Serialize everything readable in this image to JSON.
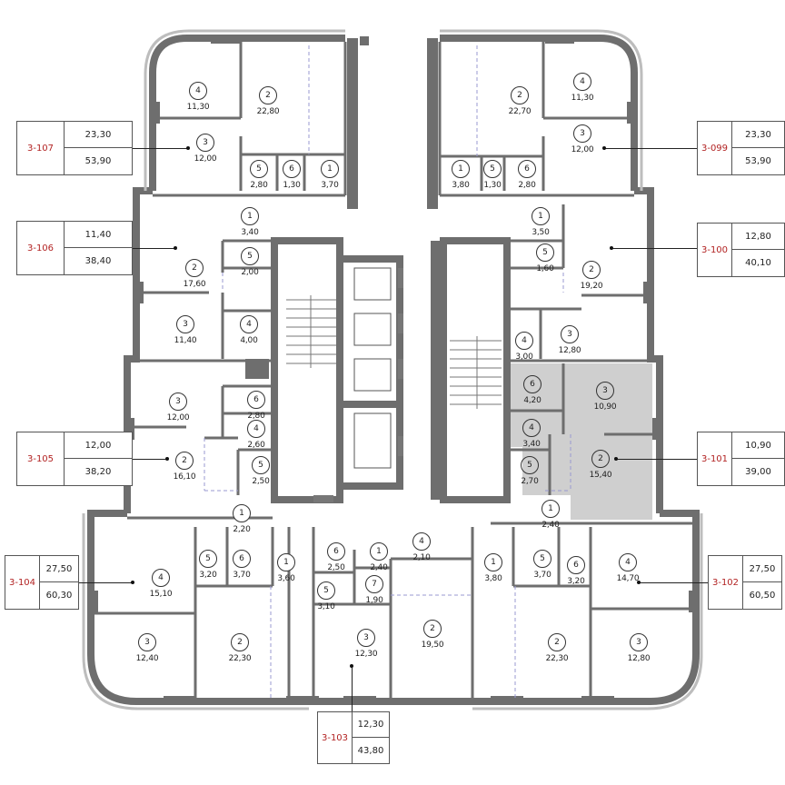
{
  "plan": {
    "colors": {
      "wall": "#6e6e6e",
      "highlight_apartment": "#cfcfcf",
      "apartment_number": "#b22222",
      "background": "#ffffff",
      "line": "#222222"
    },
    "highlighted_apartment": "3-101"
  },
  "apartments": [
    {
      "id": "3-107",
      "living_area": "23,30",
      "total_area": "53,90",
      "rooms": [
        {
          "n": "4",
          "area": "11,30"
        },
        {
          "n": "2",
          "area": "22,80"
        },
        {
          "n": "3",
          "area": "12,00"
        },
        {
          "n": "5",
          "area": "2,80"
        },
        {
          "n": "6",
          "area": "1,30"
        },
        {
          "n": "1",
          "area": "3,70"
        }
      ]
    },
    {
      "id": "3-099",
      "living_area": "23,30",
      "total_area": "53,90",
      "rooms": [
        {
          "n": "2",
          "area": "22,70"
        },
        {
          "n": "4",
          "area": "11,30"
        },
        {
          "n": "3",
          "area": "12,00"
        },
        {
          "n": "1",
          "area": "3,80"
        },
        {
          "n": "5",
          "area": "1,30"
        },
        {
          "n": "6",
          "area": "2,80"
        }
      ]
    },
    {
      "id": "3-106",
      "living_area": "11,40",
      "total_area": "38,40",
      "rooms": [
        {
          "n": "1",
          "area": "3,40"
        },
        {
          "n": "5",
          "area": "2,00"
        },
        {
          "n": "2",
          "area": "17,60"
        },
        {
          "n": "3",
          "area": "11,40"
        },
        {
          "n": "4",
          "area": "4,00"
        }
      ]
    },
    {
      "id": "3-100",
      "living_area": "12,80",
      "total_area": "40,10",
      "rooms": [
        {
          "n": "1",
          "area": "3,50"
        },
        {
          "n": "5",
          "area": "1,60"
        },
        {
          "n": "2",
          "area": "19,20"
        },
        {
          "n": "4",
          "area": "3,00"
        },
        {
          "n": "3",
          "area": "12,80"
        }
      ]
    },
    {
      "id": "3-105",
      "living_area": "12,00",
      "total_area": "38,20",
      "rooms": [
        {
          "n": "3",
          "area": "12,00"
        },
        {
          "n": "6",
          "area": "2,80"
        },
        {
          "n": "4",
          "area": "2,60"
        },
        {
          "n": "2",
          "area": "16,10"
        },
        {
          "n": "5",
          "area": "2,50"
        },
        {
          "n": "1",
          "area": "2,20"
        }
      ]
    },
    {
      "id": "3-101",
      "living_area": "10,90",
      "total_area": "39,00",
      "rooms": [
        {
          "n": "6",
          "area": "4,20"
        },
        {
          "n": "3",
          "area": "10,90"
        },
        {
          "n": "4",
          "area": "3,40"
        },
        {
          "n": "5",
          "area": "2,70"
        },
        {
          "n": "2",
          "area": "15,40"
        },
        {
          "n": "1",
          "area": "2,40"
        }
      ]
    },
    {
      "id": "3-104",
      "living_area": "27,50",
      "total_area": "60,30",
      "rooms": [
        {
          "n": "5",
          "area": "3,20"
        },
        {
          "n": "6",
          "area": "3,70"
        },
        {
          "n": "1",
          "area": "3,60"
        },
        {
          "n": "4",
          "area": "15,10"
        },
        {
          "n": "3",
          "area": "12,40"
        },
        {
          "n": "2",
          "area": "22,30"
        }
      ]
    },
    {
      "id": "3-103",
      "living_area": "12,30",
      "total_area": "43,80",
      "rooms": [
        {
          "n": "6",
          "area": "2,50"
        },
        {
          "n": "1",
          "area": "2,40"
        },
        {
          "n": "4",
          "area": "2,10"
        },
        {
          "n": "7",
          "area": "1,90"
        },
        {
          "n": "5",
          "area": "3,10"
        },
        {
          "n": "3",
          "area": "12,30"
        },
        {
          "n": "2",
          "area": "19,50"
        }
      ]
    },
    {
      "id": "3-102",
      "living_area": "27,50",
      "total_area": "60,50",
      "rooms": [
        {
          "n": "1",
          "area": "3,80"
        },
        {
          "n": "5",
          "area": "3,70"
        },
        {
          "n": "6",
          "area": "3,20"
        },
        {
          "n": "4",
          "area": "14,70"
        },
        {
          "n": "2",
          "area": "22,30"
        },
        {
          "n": "3",
          "area": "12,80"
        }
      ]
    }
  ]
}
